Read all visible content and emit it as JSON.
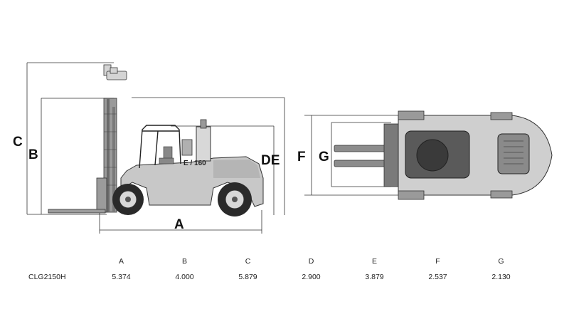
{
  "diagram": {
    "side_view": {
      "dimension_labels": {
        "a": "A",
        "b": "B",
        "c": "C",
        "de": "DE"
      },
      "plate_text": "E / 160"
    },
    "top_view": {
      "dimension_labels": {
        "f": "F",
        "g": "G"
      }
    }
  },
  "table": {
    "headers": [
      "A",
      "B",
      "C",
      "D",
      "E",
      "F",
      "G"
    ],
    "rows": [
      {
        "model": "CLG2150H",
        "values": [
          "5.374",
          "4.000",
          "5.879",
          "2.900",
          "3.879",
          "2.537",
          "2.130"
        ]
      }
    ]
  }
}
